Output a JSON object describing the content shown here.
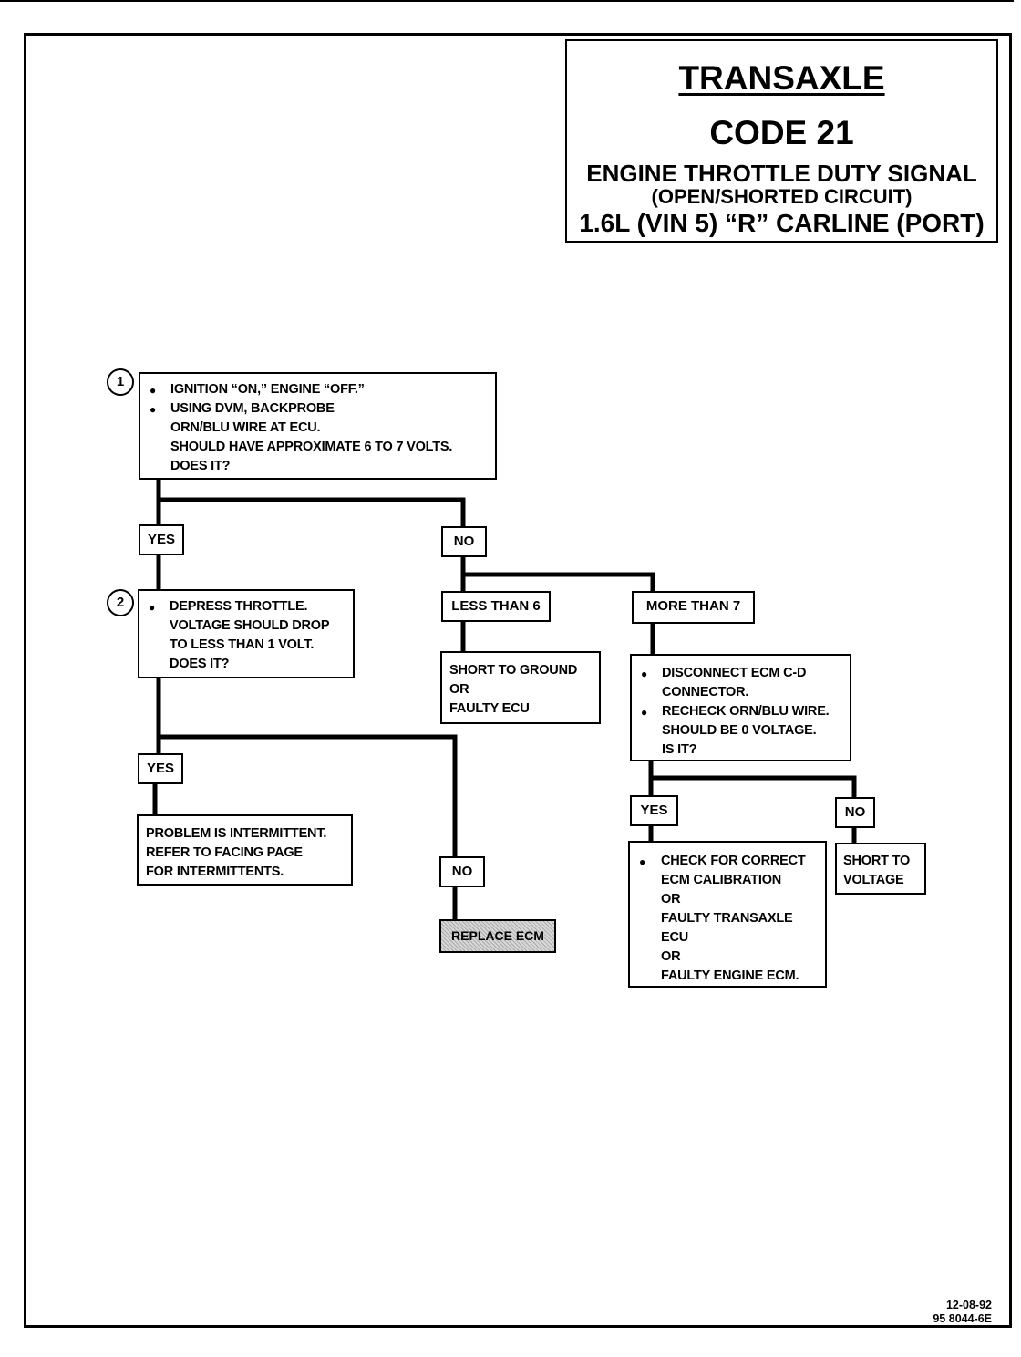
{
  "title": {
    "line1": "TRANSAXLE",
    "line2": "CODE 21",
    "line3": "ENGINE THROTTLE DUTY SIGNAL",
    "line4": "(OPEN/SHORTED CIRCUIT)",
    "line5": "1.6L  (VIN 5)  “R”  CARLINE  (PORT)"
  },
  "steps": {
    "step1": {
      "number": "1",
      "lines": [
        "IGNITION “ON,” ENGINE “OFF.”",
        "USING DVM, BACKPROBE",
        "ORN/BLU WIRE AT ECU.",
        "SHOULD HAVE APPROXIMATE 6 TO 7 VOLTS.",
        "DOES IT?"
      ]
    },
    "step2": {
      "number": "2",
      "lines": [
        "DEPRESS THROTTLE.",
        "VOLTAGE SHOULD DROP",
        "TO LESS THAN 1 VOLT.",
        "DOES IT?"
      ]
    },
    "recheck": {
      "lines": [
        "DISCONNECT ECM C-D",
        "CONNECTOR.",
        "RECHECK ORN/BLU WIRE.",
        "SHOULD BE 0 VOLTAGE.",
        "IS IT?"
      ]
    }
  },
  "labels": {
    "yes1": "YES",
    "no1": "NO",
    "less_than_6": "LESS THAN 6",
    "more_than_7": "MORE THAN 7",
    "yes2": "YES",
    "no2": "NO",
    "yes3": "YES",
    "no3": "NO"
  },
  "results": {
    "short_ground": [
      "SHORT TO GROUND",
      "OR",
      "FAULTY ECU"
    ],
    "intermittent": [
      "PROBLEM IS INTERMITTENT.",
      "REFER TO FACING PAGE",
      "FOR INTERMITTENTS."
    ],
    "replace_ecm": "REPLACE ECM",
    "calibration": [
      "CHECK FOR CORRECT",
      "ECM CALIBRATION",
      "OR",
      "FAULTY TRANSAXLE",
      "ECU",
      "OR",
      "FAULTY ENGINE ECM."
    ],
    "short_voltage": [
      "SHORT TO",
      "VOLTAGE"
    ]
  },
  "footer": {
    "date": "12-08-92",
    "code": "95 8044-6E"
  },
  "bullet_icon": "bullet-dot"
}
